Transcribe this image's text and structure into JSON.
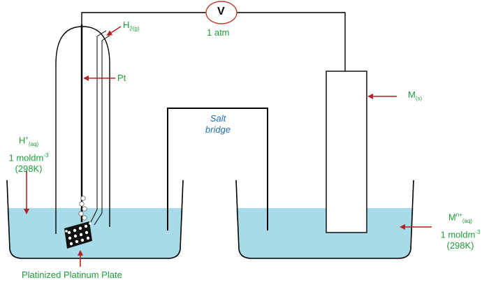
{
  "meter": {
    "symbol": "V",
    "pressure": "1 atm"
  },
  "gas": {
    "formula": "H",
    "subscript": "2(g)"
  },
  "electrode": {
    "pt_label": "Pt",
    "plate_label": "Platinized Platinum Plate"
  },
  "salt_bridge": {
    "line1": "Salt",
    "line2": "bridge"
  },
  "metal": {
    "label": "M",
    "subscript": "(s)"
  },
  "left_solution": {
    "ion": "H",
    "charge": "+",
    "state": "(aq)",
    "concentration": "1 moldm",
    "conc_exp": "-3",
    "temperature": "(298K)"
  },
  "right_solution": {
    "ion": "M",
    "charge": "n+",
    "state": "(aq)",
    "concentration": "1 moldm",
    "conc_exp": "-3",
    "temperature": "(298K)"
  },
  "colors": {
    "solution": "#a8dbe8",
    "label_green": "#1f9d3a",
    "arrow_red": "#b22222",
    "bridge_text": "#1f6fb5"
  }
}
